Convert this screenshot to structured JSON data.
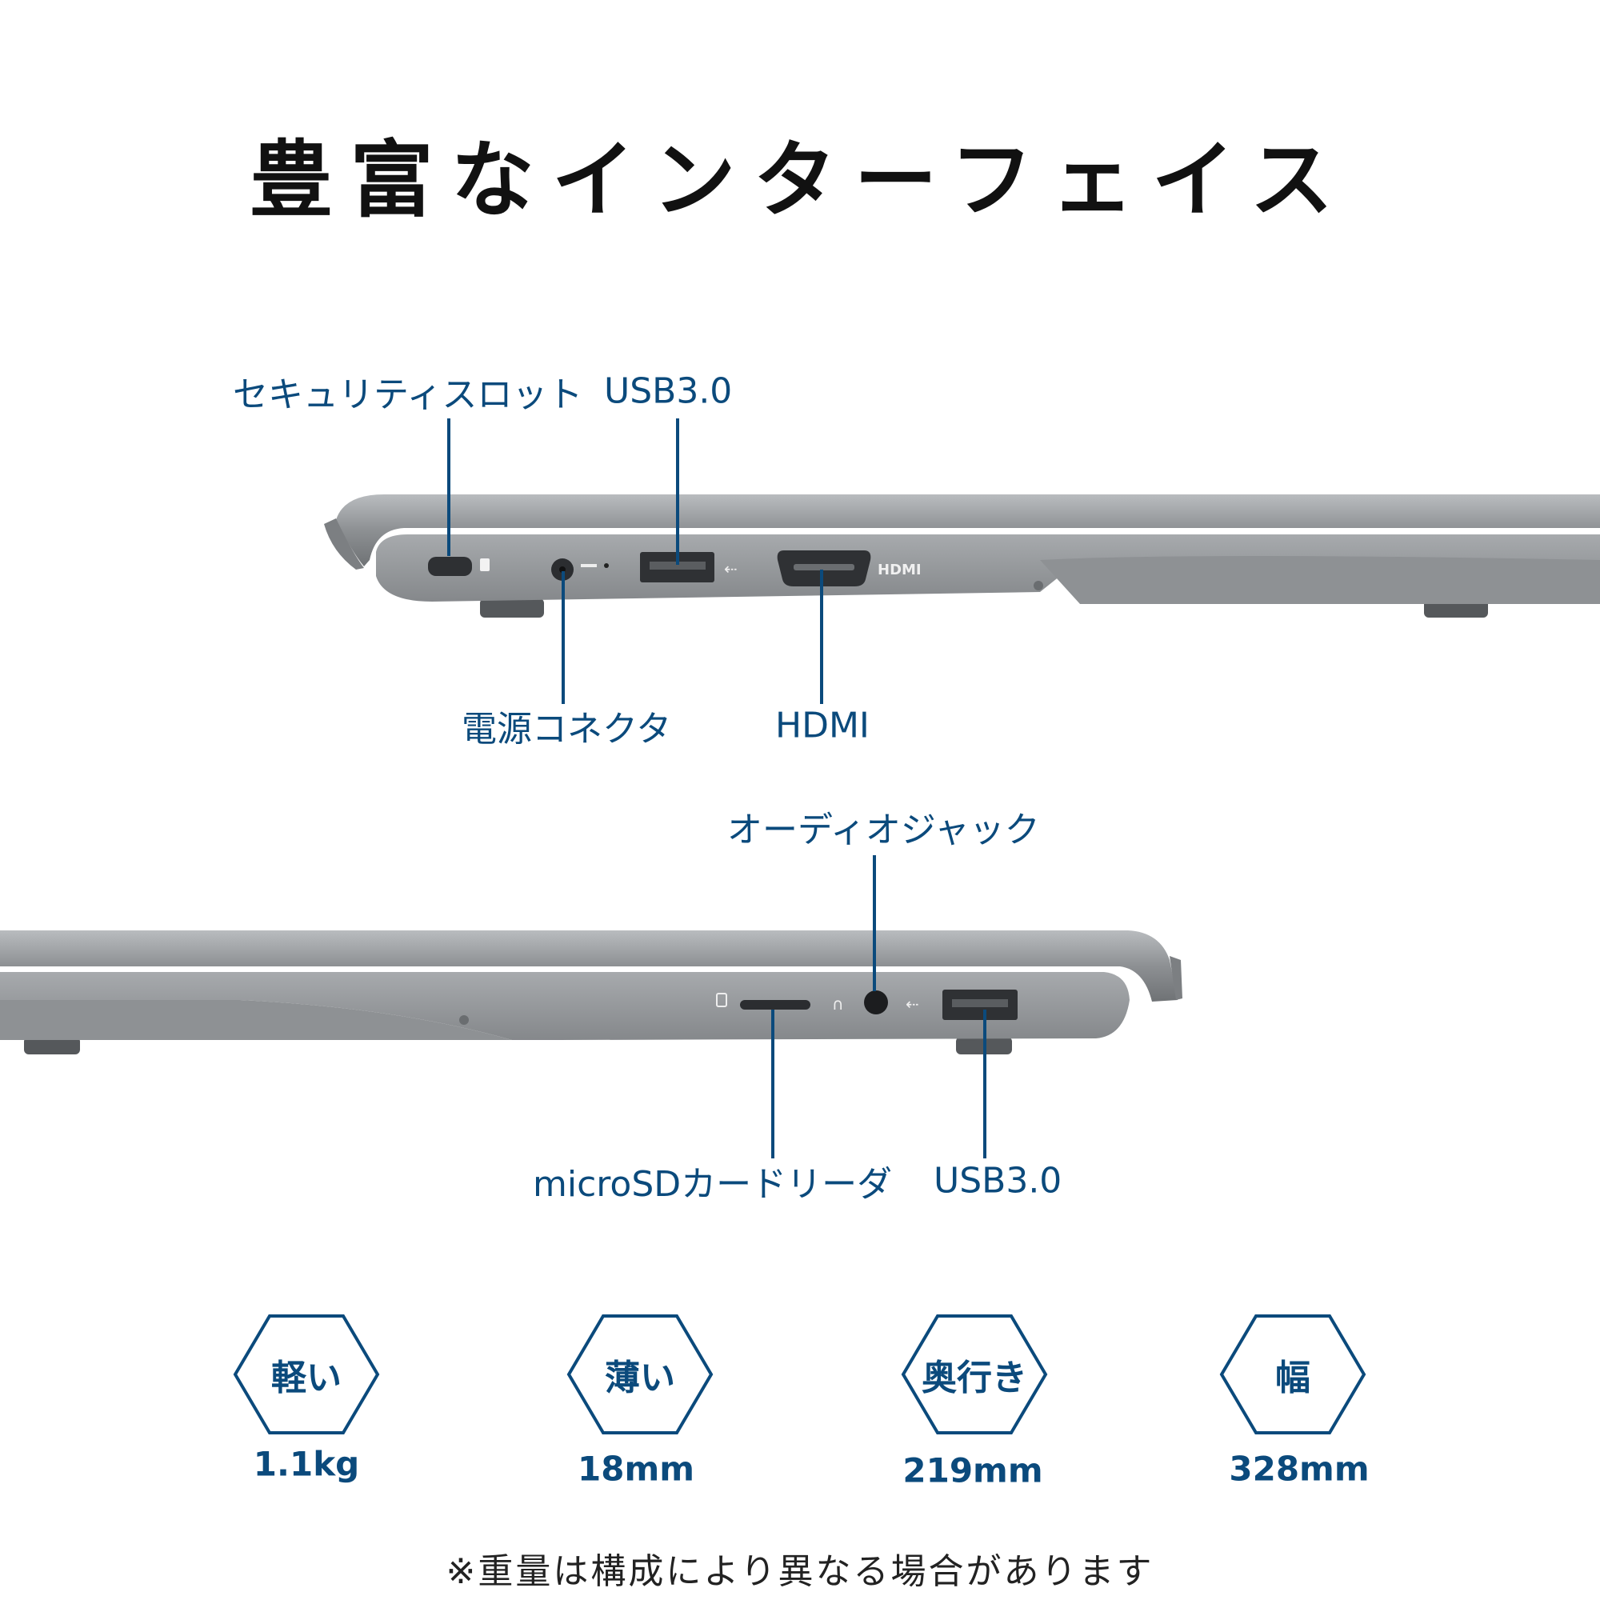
{
  "title": "豊富なインターフェイス",
  "accent_color": "#0b4a7c",
  "left_side": {
    "labels": {
      "security_slot": "セキュリティスロット",
      "usb": "USB3.0",
      "power": "電源コネクタ",
      "hdmi": "HDMI"
    },
    "port_marking_hdmi": "HDMI"
  },
  "right_side": {
    "labels": {
      "audio": "オーディオジャック",
      "microsd": "microSDカードリーダ",
      "usb": "USB3.0"
    }
  },
  "specs": [
    {
      "label": "軽い",
      "value": "1.1kg"
    },
    {
      "label": "薄い",
      "value": "18mm"
    },
    {
      "label": "奥行き",
      "value": "219mm"
    },
    {
      "label": "幅",
      "value": "328mm"
    }
  ],
  "footnote": "※重量は構成により異なる場合があります"
}
